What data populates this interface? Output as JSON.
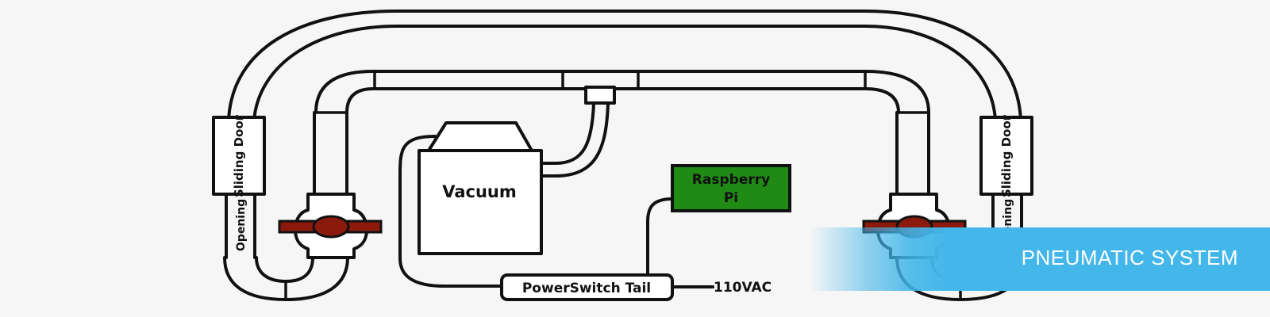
{
  "labels": {
    "vacuum": "Vacuum",
    "raspberry_line1": "Raspberry",
    "raspberry_line2": "Pi",
    "power_switch": "PowerSwitch Tail",
    "voltage": "110VAC",
    "left_door": "Sliding Door",
    "left_opening": "Opening",
    "right_door": "Sliding Door",
    "right_opening": "Opening"
  },
  "banner": {
    "title": "PNEUMATIC SYSTEM"
  },
  "colors": {
    "valve_red": "#8b1a0d",
    "pi_green": "#1f8a14",
    "banner_blue": "#44b7ea",
    "outline": "#111111",
    "background": "#f6f6f6"
  }
}
